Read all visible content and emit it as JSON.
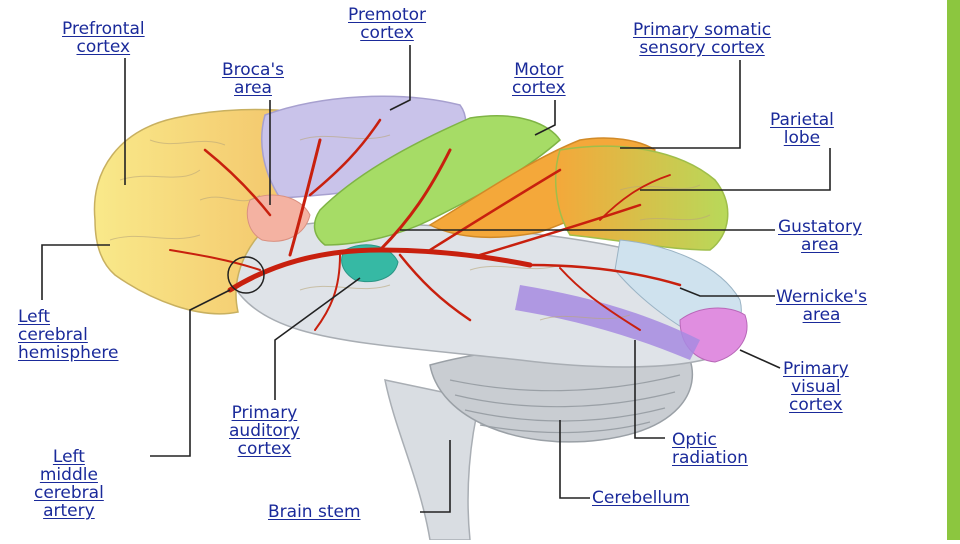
{
  "labels": {
    "prefrontal": "Prefrontal\ncortex",
    "premotor": "Premotor\ncortex",
    "broca": "Broca's\narea",
    "primary_somatic": "Primary somatic\nsensory cortex",
    "motor": "Motor\ncortex",
    "parietal": "Parietal\nlobe",
    "gustatory": "Gustatory\narea",
    "left_hemisphere": "Left\ncerebral\nhemisphere",
    "wernicke": "Wernicke's\narea",
    "primary_visual": "Primary\nvisual\ncortex",
    "primary_auditory": "Primary\nauditory\ncortex",
    "optic": "Optic\nradiation",
    "left_mca": "Left\nmiddle\ncerebral\nartery",
    "cerebellum": "Cerebellum",
    "brain_stem": "Brain stem"
  },
  "colors": {
    "label_text": "#1a2a9a",
    "artery": "#c8200e",
    "accent_bar": "#8cc63f"
  }
}
